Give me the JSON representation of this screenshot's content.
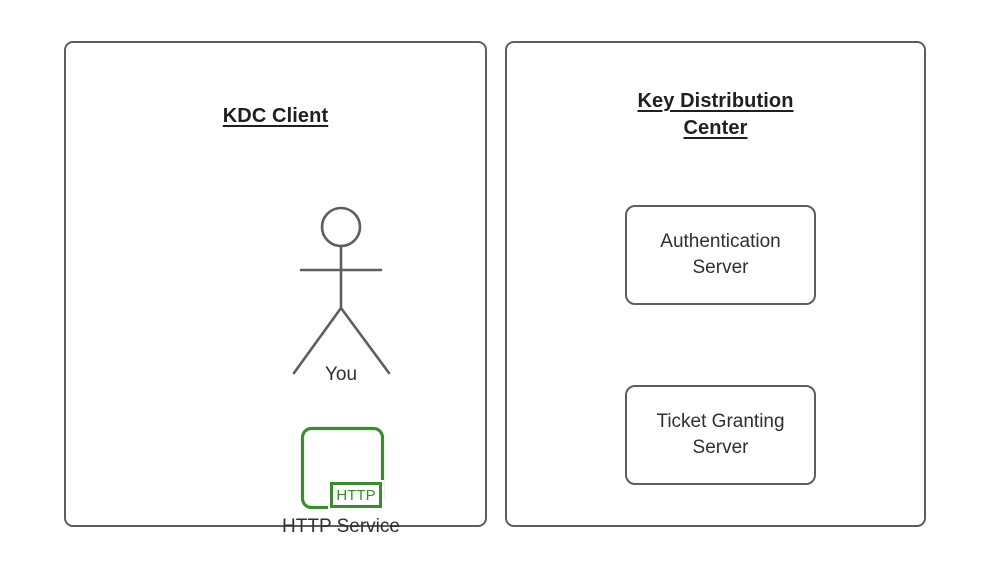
{
  "diagram": {
    "background_color": "#ffffff",
    "stroke_color": "#5e5e5e",
    "text_color": "#2f2f2f",
    "title_color": "#1f1f1f",
    "accent_green": "#3d8b30"
  },
  "panels": [
    {
      "id": "kdc-client",
      "title": "KDC Client",
      "nodes": [
        {
          "id": "actor-you",
          "label": "You",
          "icon": "stick-figure-icon"
        },
        {
          "id": "http-service",
          "label": "HTTP Service",
          "icon": "http-service-icon",
          "badge": "HTTP"
        }
      ]
    },
    {
      "id": "key-distribution-center",
      "title": "Key Distribution\nCenter",
      "nodes": [
        {
          "id": "authentication-server",
          "label": "Authentication\nServer"
        },
        {
          "id": "ticket-granting-server",
          "label": "Ticket Granting\nServer"
        }
      ]
    }
  ]
}
